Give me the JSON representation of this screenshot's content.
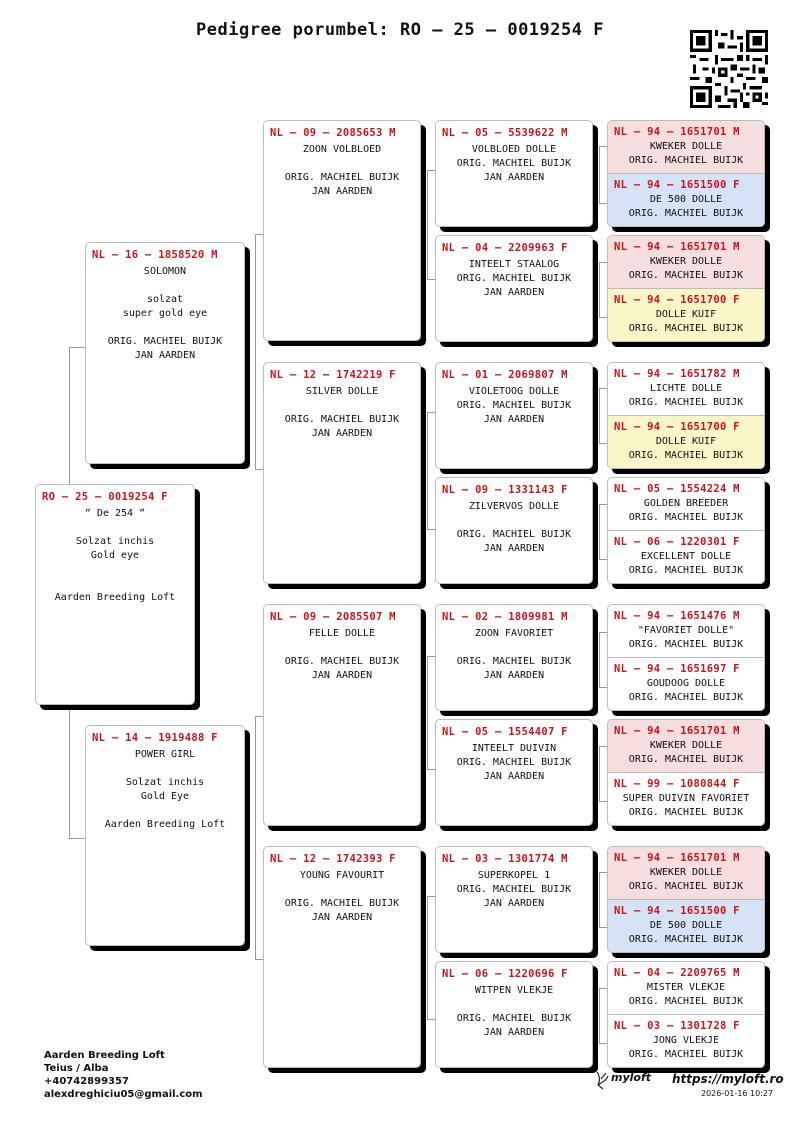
{
  "title": "Pedigree porumbel: RO – 25 – 0019254 F",
  "colors": {
    "ring": "#c8141e",
    "male_bg": "#f7dede",
    "female_blue": "#d6e2f5",
    "female_yellow": "#fbf6c8",
    "white": "#ffffff"
  },
  "subject": {
    "ring": "RO – 25 – 0019254 F",
    "lines": [
      "“ De 254 “",
      "",
      "Solzat inchis",
      "Gold eye",
      "",
      "",
      "Aarden Breeding Loft"
    ]
  },
  "gen1": [
    {
      "ring": "NL – 16 – 1858520 M",
      "lines": [
        "SOLOMON",
        "",
        "solzat",
        "super gold eye",
        "",
        "ORIG. MACHIEL BUIJK",
        "JAN AARDEN"
      ]
    },
    {
      "ring": "NL – 14 – 1919488 F",
      "lines": [
        "POWER GIRL",
        "",
        "Solzat inchis",
        "Gold Eye",
        "",
        "Aarden Breeding Loft"
      ]
    }
  ],
  "gen2": [
    {
      "ring": "NL – 09 – 2085653 M",
      "lines": [
        "ZOON VOLBLOED",
        "",
        "ORIG. MACHIEL BUIJK",
        "JAN AARDEN"
      ]
    },
    {
      "ring": "NL – 12 – 1742219 F",
      "lines": [
        "SILVER DOLLE",
        "",
        "ORIG. MACHIEL BUIJK",
        "JAN AARDEN"
      ]
    },
    {
      "ring": "NL – 09 – 2085507 M",
      "lines": [
        "FELLE DOLLE",
        "",
        "ORIG. MACHIEL BUIJK",
        "JAN AARDEN"
      ]
    },
    {
      "ring": "NL – 12 – 1742393 F",
      "lines": [
        "YOUNG FAVOURIT",
        "",
        "ORIG. MACHIEL BUIJK",
        "JAN AARDEN"
      ]
    }
  ],
  "gen3": [
    {
      "ring": "NL – 05 – 5539622 M",
      "lines": [
        "VOLBLOED DOLLE",
        "ORIG. MACHIEL BUIJK",
        "JAN AARDEN"
      ]
    },
    {
      "ring": "NL – 04 – 2209963 F",
      "lines": [
        "INTEELT STAALOG",
        "ORIG. MACHIEL BUIJK",
        "JAN AARDEN"
      ]
    },
    {
      "ring": "NL – 01 – 2069807 M",
      "lines": [
        "VIOLETOOG DOLLE",
        "ORIG. MACHIEL BUIJK",
        "JAN AARDEN"
      ]
    },
    {
      "ring": "NL – 09 – 1331143 F",
      "lines": [
        "ZILVERVOS DOLLE",
        "",
        "ORIG. MACHIEL BUIJK",
        "JAN AARDEN"
      ]
    },
    {
      "ring": "NL – 02 – 1809981 M",
      "lines": [
        "ZOON FAVORIET",
        "",
        "ORIG. MACHIEL BUIJK",
        "JAN AARDEN"
      ]
    },
    {
      "ring": "NL – 05 – 1554407 F",
      "lines": [
        "INTEELT DUIVIN",
        "ORIG. MACHIEL BUIJK",
        "JAN AARDEN"
      ]
    },
    {
      "ring": "NL – 03 – 1301774 M",
      "lines": [
        "SUPERKOPEL 1",
        "ORIG. MACHIEL BUIJK",
        "JAN AARDEN"
      ]
    },
    {
      "ring": "NL – 06 – 1220696 F",
      "lines": [
        "WITPEN VLEKJE",
        "",
        "ORIG. MACHIEL BUIJK",
        "JAN AARDEN"
      ]
    }
  ],
  "gen4": [
    {
      "ring": "NL – 94 – 1651701 M",
      "lines": [
        "KWEKER DOLLE",
        "ORIG. MACHIEL BUIJK"
      ],
      "bg": "male"
    },
    {
      "ring": "NL – 94 – 1651500 F",
      "lines": [
        "DE 500 DOLLE",
        "ORIG. MACHIEL BUIJK"
      ],
      "bg": "blue"
    },
    {
      "ring": "NL – 94 – 1651701 M",
      "lines": [
        "KWEKER DOLLE",
        "ORIG. MACHIEL BUIJK"
      ],
      "bg": "male"
    },
    {
      "ring": "NL – 94 – 1651700 F",
      "lines": [
        "DOLLE KUIF",
        "ORIG. MACHIEL BUIJK"
      ],
      "bg": "yellow"
    },
    {
      "ring": "NL – 94 – 1651782 M",
      "lines": [
        "LICHTE DOLLE",
        "ORIG. MACHIEL BUIJK"
      ],
      "bg": "white"
    },
    {
      "ring": "NL – 94 – 1651700 F",
      "lines": [
        "DOLLE KUIF",
        "ORIG. MACHIEL BUIJK"
      ],
      "bg": "yellow"
    },
    {
      "ring": "NL – 05 – 1554224 M",
      "lines": [
        "GOLDEN BREEDER",
        "ORIG. MACHIEL BUIJK"
      ],
      "bg": "white"
    },
    {
      "ring": "NL – 06 – 1220301 F",
      "lines": [
        "EXCELLENT DOLLE",
        "ORIG. MACHIEL BUIJK"
      ],
      "bg": "white"
    },
    {
      "ring": "NL – 94 – 1651476 M",
      "lines": [
        "\"FAVORIET DOLLE\"",
        "ORIG. MACHIEL BUIJK"
      ],
      "bg": "white"
    },
    {
      "ring": "NL – 94 – 1651697 F",
      "lines": [
        "GOUDOOG DOLLE",
        "ORIG. MACHIEL BUIJK"
      ],
      "bg": "white"
    },
    {
      "ring": "NL – 94 – 1651701 M",
      "lines": [
        "KWEKER DOLLE",
        "ORIG. MACHIEL BUIJK"
      ],
      "bg": "male"
    },
    {
      "ring": "NL – 99 – 1080844 F",
      "lines": [
        "SUPER DUIVIN FAVORIET",
        "ORIG. MACHIEL BUIJK"
      ],
      "bg": "white"
    },
    {
      "ring": "NL – 94 – 1651701 M",
      "lines": [
        "KWEKER DOLLE",
        "ORIG. MACHIEL BUIJK"
      ],
      "bg": "male"
    },
    {
      "ring": "NL – 94 – 1651500 F",
      "lines": [
        "DE 500 DOLLE",
        "ORIG. MACHIEL BUIJK"
      ],
      "bg": "blue"
    },
    {
      "ring": "NL – 04 – 2209765 M",
      "lines": [
        "MISTER VLEKJE",
        "ORIG. MACHIEL BUIJK"
      ],
      "bg": "white"
    },
    {
      "ring": "NL – 03 – 1301728 F",
      "lines": [
        "JONG VLEKJE",
        "ORIG. MACHIEL BUIJK"
      ],
      "bg": "white"
    }
  ],
  "footer": {
    "owner_lines": [
      "Aarden Breeding Loft",
      "Teius / Alba",
      "+40742899357",
      "alexdreghiciu05@gmail.com"
    ],
    "brand": "myloft",
    "site": "https://myloft.ro",
    "date": "2026-01-16 10:27"
  }
}
